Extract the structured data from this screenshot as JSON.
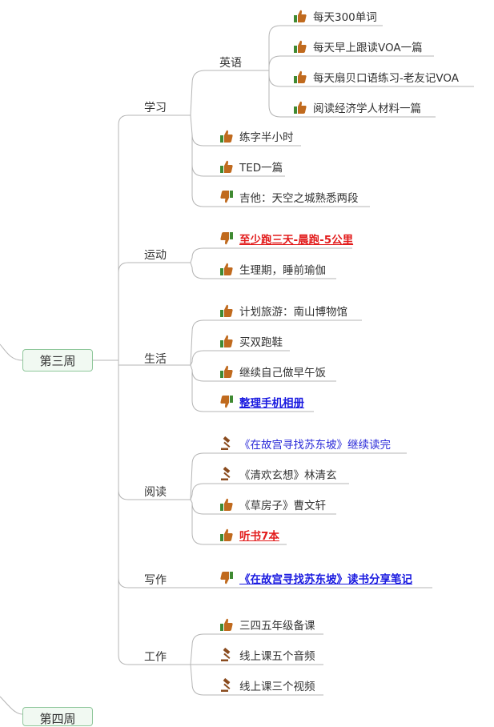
{
  "root": {
    "label": "第三周"
  },
  "next_root": {
    "label": "第四周"
  },
  "branches": {
    "study": {
      "label": "学习",
      "sub": {
        "label": "英语",
        "items": [
          {
            "text": "每天300单词",
            "icon": "thumbs-up-icon"
          },
          {
            "text": "每天早上跟读VOA一篇",
            "icon": "thumbs-up-icon"
          },
          {
            "text": "每天扇贝口语练习-老友记VOA",
            "icon": "thumbs-up-icon"
          },
          {
            "text": "阅读经济学人材料一篇",
            "icon": "thumbs-up-icon"
          }
        ]
      },
      "items": [
        {
          "text": "练字半小时",
          "icon": "thumbs-up-icon"
        },
        {
          "text": "TED一篇",
          "icon": "thumbs-up-icon"
        },
        {
          "text": "吉他：天空之城熟悉两段",
          "icon": "thumbs-down-icon"
        }
      ]
    },
    "sport": {
      "label": "运动",
      "items": [
        {
          "text": "至少跑三天-晨跑-5公里",
          "icon": "thumbs-down-icon",
          "style": "red"
        },
        {
          "text": "生理期，睡前瑜伽",
          "icon": "thumbs-up-icon"
        }
      ]
    },
    "life": {
      "label": "生活",
      "items": [
        {
          "text": "计划旅游：南山博物馆",
          "icon": "thumbs-up-icon"
        },
        {
          "text": "买双跑鞋",
          "icon": "thumbs-up-icon"
        },
        {
          "text": "继续自己做早午饭",
          "icon": "thumbs-up-icon"
        },
        {
          "text": "整理手机相册",
          "icon": "thumbs-down-icon",
          "style": "blue"
        }
      ]
    },
    "reading": {
      "label": "阅读",
      "items": [
        {
          "text": "《在故宫寻找苏东坡》继续读完",
          "icon": "gavel-icon",
          "style": "lblue"
        },
        {
          "text": "《清欢玄想》林清玄",
          "icon": "gavel-icon"
        },
        {
          "text": "《草房子》曹文轩",
          "icon": "thumbs-up-icon"
        },
        {
          "text": "听书7本",
          "icon": "thumbs-up-icon",
          "style": "red"
        }
      ]
    },
    "writing": {
      "label": "写作",
      "items": [
        {
          "text": "《在故宫寻找苏东坡》读书分享笔记",
          "icon": "thumbs-down-icon",
          "style": "blue"
        }
      ]
    },
    "work": {
      "label": "工作",
      "items": [
        {
          "text": "三四五年级备课",
          "icon": "thumbs-up-icon"
        },
        {
          "text": "线上课五个音频",
          "icon": "gavel-icon"
        },
        {
          "text": "线上课三个视频",
          "icon": "gavel-icon"
        }
      ]
    }
  },
  "colors": {
    "connector": "#b5b5b5",
    "root_border": "#8fc79b",
    "root_fill": "#f1f9f2",
    "highlight_red": "#e21b1b",
    "highlight_blue": "#1a1ae0",
    "icon_thumb": "#c06a1e",
    "icon_cuff": "#3f8a32",
    "icon_gavel": "#8a4b1e"
  }
}
